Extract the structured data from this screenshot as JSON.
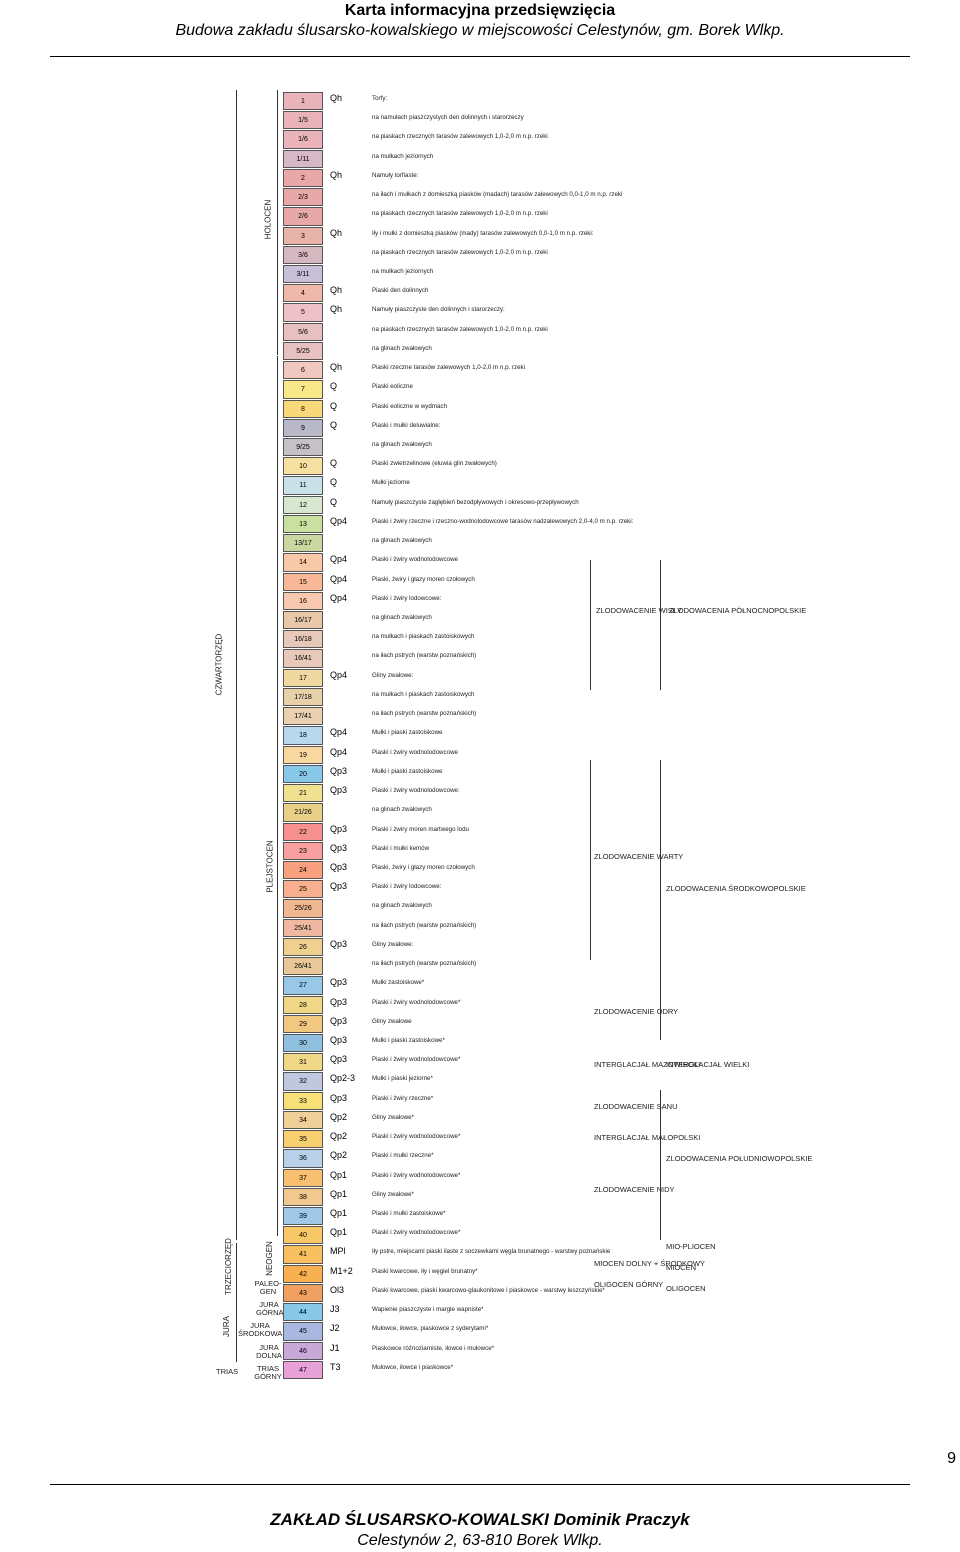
{
  "header": {
    "title": "Karta informacyjna przedsięwzięcia",
    "subtitle": "Budowa zakładu ślusarsko-kowalskiego w miejscowości Celestynów, gm. Borek Wlkp."
  },
  "page_number": "9",
  "footer": {
    "line1": "ZAKŁAD ŚLUSARSKO-KOWALSKI Dominik Praczyk",
    "line2": "Celestynów 2, 63-810 Borek Wlkp."
  },
  "legend": {
    "period_labels": [
      "CZWARTORZĘD",
      "TRZECIORZĘD",
      "JURA",
      "TRIAS"
    ],
    "epoch_labels": [
      "HOLOCEN",
      "PLEJSTOCEN",
      "NEOGEN"
    ],
    "stage_labels": [
      "PALEO-GEN",
      "JURA GÓRNA",
      "JURA ŚRODKOWA",
      "JURA DOLNA",
      "TRIAS GÓRNY"
    ],
    "entries": [
      {
        "num": "1",
        "sym": "Qh",
        "desc": "Torfy:",
        "color": "#e9b3b9"
      },
      {
        "num": "1/5",
        "sym": "",
        "desc": "na namułach piaszczystych den dolinnych i starorzeczy",
        "color": "#e9b3b9"
      },
      {
        "num": "1/6",
        "sym": "",
        "desc": "na piaskach rzecznych tarasów zalewowych 1,0-2,0 m n.p. rzeki",
        "color": "#e9b3b9"
      },
      {
        "num": "1/11",
        "sym": "",
        "desc": "na mułkach jeziornych",
        "color": "#d8b8c8"
      },
      {
        "num": "2",
        "sym": "Qh",
        "desc": "Namuły torfiaste:",
        "color": "#e8a8a8"
      },
      {
        "num": "2/3",
        "sym": "",
        "desc": "na iłach i mułkach z domieszką piasków (madach) tarasów zalewowych 0,0-1,0 m n.p. rzeki",
        "color": "#e8a8a8"
      },
      {
        "num": "2/6",
        "sym": "",
        "desc": "na piaskach rzecznych tarasów zalewowych 1,0-2,0 m n.p. rzeki",
        "color": "#e8a8a8"
      },
      {
        "num": "3",
        "sym": "Qh",
        "desc": "Iły i mułki z domieszką piasków (mady) tarasów zalewowych 0,0-1,0 m n.p. rzeki:",
        "color": "#e8b3a8"
      },
      {
        "num": "3/6",
        "sym": "",
        "desc": "na piaskach rzecznych tarasów zalewowych 1,0-2,0 m n.p. rzeki",
        "color": "#d8b8c0"
      },
      {
        "num": "3/11",
        "sym": "",
        "desc": "na mułkach jeziornych",
        "color": "#c8c0d8"
      },
      {
        "num": "4",
        "sym": "Qh",
        "desc": "Piaski den dolinnych",
        "color": "#f0b8a8"
      },
      {
        "num": "5",
        "sym": "Qh",
        "desc": "Namuły piaszczyste den dolinnych i starorzeczy:",
        "color": "#f0c0c8"
      },
      {
        "num": "5/6",
        "sym": "",
        "desc": "na piaskach rzecznych tarasów zalewowych 1,0-2,0 m n.p. rzeki",
        "color": "#e8c0c0"
      },
      {
        "num": "5/25",
        "sym": "",
        "desc": "na glinach zwałowych",
        "color": "#e8c0c0"
      },
      {
        "num": "6",
        "sym": "Qh",
        "desc": "Piaski rzeczne tarasów zalewowych 1,0-2,0 m n.p. rzeki",
        "color": "#f0c8c0"
      },
      {
        "num": "7",
        "sym": "Q",
        "desc": "Piaski eoliczne",
        "color": "#f8e88a"
      },
      {
        "num": "8",
        "sym": "Q",
        "desc": "Piaski eoliczne w wydmach",
        "color": "#f8d878"
      },
      {
        "num": "9",
        "sym": "Q",
        "desc": "Piaski i mułki deluwialne:",
        "color": "#b8b8c8"
      },
      {
        "num": "9/25",
        "sym": "",
        "desc": "na glinach zwałowych",
        "color": "#c8c0c8"
      },
      {
        "num": "10",
        "sym": "Q",
        "desc": "Piaski zwietrzelinowe (eluwia glin zwałowych)",
        "color": "#f8e0a0"
      },
      {
        "num": "11",
        "sym": "Q",
        "desc": "Mułki jeziorne",
        "color": "#c8e0e8"
      },
      {
        "num": "12",
        "sym": "Q",
        "desc": "Namuły piaszczyste zagłębień bezodpływowych i okresowo-przepływowych",
        "color": "#d8e8d0"
      },
      {
        "num": "13",
        "sym": "Qp4",
        "desc": "Piaski i żwiry rzeczne i rzeczno-wodnolodowcowe tarasów nadzalewowych 2,0-4,0 m n.p. rzeki:",
        "color": "#c8e0a0"
      },
      {
        "num": "13/17",
        "sym": "",
        "desc": "na glinach zwałowych",
        "color": "#c8d8a0"
      },
      {
        "num": "14",
        "sym": "Qp4",
        "desc": "Piaski i żwiry wodnolodowcowe",
        "color": "#f8c8a8"
      },
      {
        "num": "15",
        "sym": "Qp4",
        "desc": "Piaski, żwiry i głazy moren czołowych",
        "color": "#f8b898"
      },
      {
        "num": "16",
        "sym": "Qp4",
        "desc": "Piaski i żwiry lodowcowe:",
        "color": "#f8c8b0"
      },
      {
        "num": "16/17",
        "sym": "",
        "desc": "na glinach zwałowych",
        "color": "#e8c8a8"
      },
      {
        "num": "16/18",
        "sym": "",
        "desc": "na mułkach i piaskach zastoiskowych",
        "color": "#e8c8b8"
      },
      {
        "num": "16/41",
        "sym": "",
        "desc": "na iłach pstrych (warstw poznańskich)",
        "color": "#e8c8b8"
      },
      {
        "num": "17",
        "sym": "Qp4",
        "desc": "Gliny zwałowe:",
        "color": "#f0d8a0"
      },
      {
        "num": "17/18",
        "sym": "",
        "desc": "na mułkach i piaskach zastoiskowych",
        "color": "#e8d0a8"
      },
      {
        "num": "17/41",
        "sym": "",
        "desc": "na iłach pstrych (warstw poznańskich)",
        "color": "#e8d0b0"
      },
      {
        "num": "18",
        "sym": "Qp4",
        "desc": "Mułki i piaski zastoiskowe",
        "color": "#b8d8f0"
      },
      {
        "num": "19",
        "sym": "Qp4",
        "desc": "Piaski i żwiry wodnolodowcowe",
        "color": "#f8d8a0"
      },
      {
        "num": "20",
        "sym": "Qp3",
        "desc": "Mułki i piaski zastoiskowe",
        "color": "#88c8e8"
      },
      {
        "num": "21",
        "sym": "Qp3",
        "desc": "Piaski i żwiry wodnolodowcowe:",
        "color": "#f0e090"
      },
      {
        "num": "21/26",
        "sym": "",
        "desc": "na glinach zwałowych",
        "color": "#e8d088"
      },
      {
        "num": "22",
        "sym": "Qp3",
        "desc": "Piaski i żwiry moren martwego lodu",
        "color": "#f89090"
      },
      {
        "num": "23",
        "sym": "Qp3",
        "desc": "Piaski i mułki kemów",
        "color": "#f8a0a0"
      },
      {
        "num": "24",
        "sym": "Qp3",
        "desc": "Piaski, żwiry i głazy moren czołowych",
        "color": "#f8a080"
      },
      {
        "num": "25",
        "sym": "Qp3",
        "desc": "Piaski i żwiry lodowcowe:",
        "color": "#f8b090"
      },
      {
        "num": "25/26",
        "sym": "",
        "desc": "na glinach zwałowych",
        "color": "#f0b890"
      },
      {
        "num": "25/41",
        "sym": "",
        "desc": "na iłach pstrych (warstw poznańskich)",
        "color": "#f0b8a0"
      },
      {
        "num": "26",
        "sym": "Qp3",
        "desc": "Gliny zwałowe:",
        "color": "#f0d090"
      },
      {
        "num": "26/41",
        "sym": "",
        "desc": "na iłach pstrych (warstw poznańskich)",
        "color": "#e8c898"
      },
      {
        "num": "27",
        "sym": "Qp3",
        "desc": "Mułki zastoiskowe*",
        "color": "#98c8e8"
      },
      {
        "num": "28",
        "sym": "Qp3",
        "desc": "Piaski i żwiry wodnolodowcowe*",
        "color": "#f0d888"
      },
      {
        "num": "29",
        "sym": "Qp3",
        "desc": "Gliny zwałowe",
        "color": "#f0c880"
      },
      {
        "num": "30",
        "sym": "Qp3",
        "desc": "Mułki i piaski zastoiskowe*",
        "color": "#90c0e0"
      },
      {
        "num": "31",
        "sym": "Qp3",
        "desc": "Piaski i żwiry wodnolodowcowe*",
        "color": "#f0d888"
      },
      {
        "num": "32",
        "sym": "Qp2-3",
        "desc": "Mułki i piaski jeziorne*",
        "color": "#c0c8e0"
      },
      {
        "num": "33",
        "sym": "Qp3",
        "desc": "Piaski i żwiry rzeczne*",
        "color": "#f8e078"
      },
      {
        "num": "34",
        "sym": "Qp2",
        "desc": "Gliny zwałowe*",
        "color": "#f0d098"
      },
      {
        "num": "35",
        "sym": "Qp2",
        "desc": "Piaski i żwiry wodnolodowcowe*",
        "color": "#f8d070"
      },
      {
        "num": "36",
        "sym": "Qp2",
        "desc": "Piaski i mułki rzeczne*",
        "color": "#b8d0e8"
      },
      {
        "num": "37",
        "sym": "Qp1",
        "desc": "Piaski i żwiry wodnolodowcowe*",
        "color": "#f8c070"
      },
      {
        "num": "38",
        "sym": "Qp1",
        "desc": "Gliny zwałowe*",
        "color": "#f0c890"
      },
      {
        "num": "39",
        "sym": "Qp1",
        "desc": "Piaski i mułki zastoiskowe*",
        "color": "#a0c8e8"
      },
      {
        "num": "40",
        "sym": "Qp1",
        "desc": "Piaski i żwiry wodnolodowcowe*",
        "color": "#f8c868"
      },
      {
        "num": "41",
        "sym": "MPl",
        "desc": "Iły pstre, miejscami piaski ilaste z soczewkami węgla brunatnego - warstwy poznańskie",
        "color": "#f8c060"
      },
      {
        "num": "42",
        "sym": "M1+2",
        "desc": "Piaski kwarcowe, iły i węgiel brunatny*",
        "color": "#f8b050"
      },
      {
        "num": "43",
        "sym": "Ol3",
        "desc": "Piaski kwarcowe, piaski kwarcowo-glaukonitowe i piaskowce - warstwy leszczyńskie*",
        "color": "#f0a060"
      },
      {
        "num": "44",
        "sym": "J3",
        "desc": "Wapienie piaszczyste i margle wapniste*",
        "color": "#88c8e8"
      },
      {
        "num": "45",
        "sym": "J2",
        "desc": "Mułowce, iłowce, piaskowce z syderytami*",
        "color": "#a8b8e0"
      },
      {
        "num": "46",
        "sym": "J1",
        "desc": "Piaskowce różnoziarniste, iłowce i mułowce*",
        "color": "#c8a8d8"
      },
      {
        "num": "47",
        "sym": "T3",
        "desc": "Mułowce, iłowce i piaskowce*",
        "color": "#e8a0d8"
      }
    ],
    "glaciations": [
      {
        "a": "ZLODOWACENIE WISŁY",
        "b": "ZLODOWACENIA PÓŁNOCNOPOLSKIE"
      },
      {
        "a": "ZLODOWACENIE WARTY",
        "b": "ZLODOWACENIA ŚRODKOWOPOLSKIE"
      },
      {
        "a": "ZLODOWACENIE ODRY",
        "b": ""
      },
      {
        "a": "INTERGLACJAŁ MAZOWIECKI",
        "b": "INTERGLACJAŁ WIELKI"
      },
      {
        "a": "ZLODOWACENIE SANU",
        "b": ""
      },
      {
        "a": "INTERGLACJAŁ MAŁOPOLSKI",
        "b": "ZLODOWACENIA POŁUDNIOWOPOLSKIE"
      },
      {
        "a": "ZLODOWACENIE NIDY",
        "b": ""
      },
      {
        "a": "MIOCEN DOLNY + ŚRODKOWY",
        "b": "MIOCEN"
      },
      {
        "a": "OLIGOCEN GÓRNY",
        "b": "OLIGOCEN"
      },
      {
        "a": "",
        "b": "MIO-PLIOCEN"
      }
    ]
  }
}
